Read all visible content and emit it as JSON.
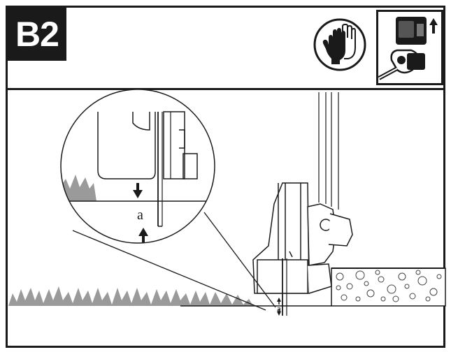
{
  "header": {
    "step_label": "B2",
    "icons": [
      "protective-gloves-icon",
      "remove-battery-icon"
    ]
  },
  "diagram": {
    "gap_label_magnified": "a",
    "gap_label_ground": "a"
  },
  "colors": {
    "ink": "#1a1a1a",
    "grass": "#9a9a9a",
    "paving": "#d9d9d9"
  }
}
